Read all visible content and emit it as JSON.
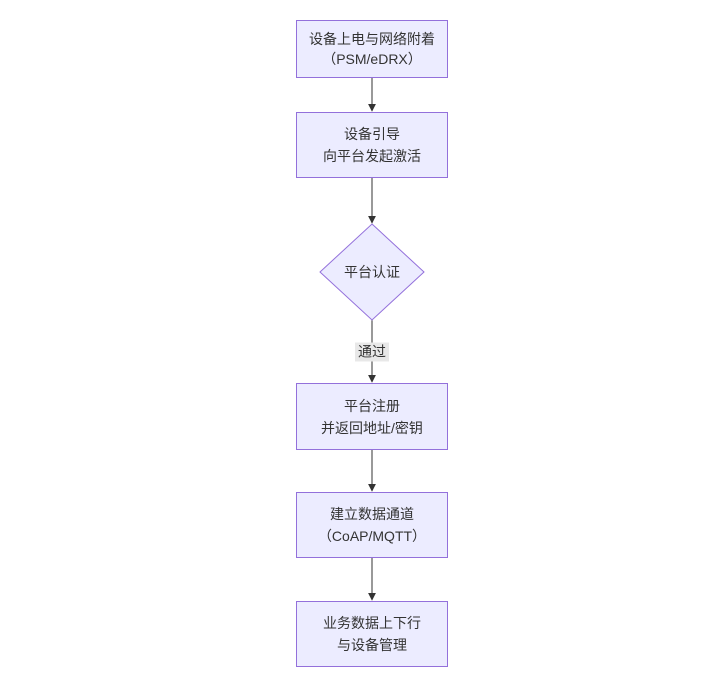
{
  "diagram": {
    "type": "flowchart",
    "direction": "top-down",
    "nodes": [
      {
        "id": "A",
        "shape": "rect",
        "lines": [
          "设备上电与网络附着",
          "（PSM/eDRX）"
        ]
      },
      {
        "id": "B",
        "shape": "rect",
        "lines": [
          "设备引导",
          "向平台发起激活"
        ]
      },
      {
        "id": "C",
        "shape": "diamond",
        "lines": [
          "平台认证"
        ]
      },
      {
        "id": "D",
        "shape": "rect",
        "lines": [
          "平台注册",
          "并返回地址/密钥"
        ]
      },
      {
        "id": "E",
        "shape": "rect",
        "lines": [
          "建立数据通道",
          "（CoAP/MQTT）"
        ]
      },
      {
        "id": "F",
        "shape": "rect",
        "lines": [
          "业务数据上下行",
          "与设备管理"
        ]
      }
    ],
    "edges": [
      {
        "from": "A",
        "to": "B",
        "label": ""
      },
      {
        "from": "B",
        "to": "C",
        "label": ""
      },
      {
        "from": "C",
        "to": "D",
        "label": "通过"
      },
      {
        "from": "D",
        "to": "E",
        "label": ""
      },
      {
        "from": "E",
        "to": "F",
        "label": ""
      }
    ],
    "colors": {
      "node_fill": "#ECECFF",
      "node_border": "#9370DB",
      "text": "#333333",
      "edge": "#333333",
      "edge_label_bg": "#e8e8e8"
    }
  }
}
